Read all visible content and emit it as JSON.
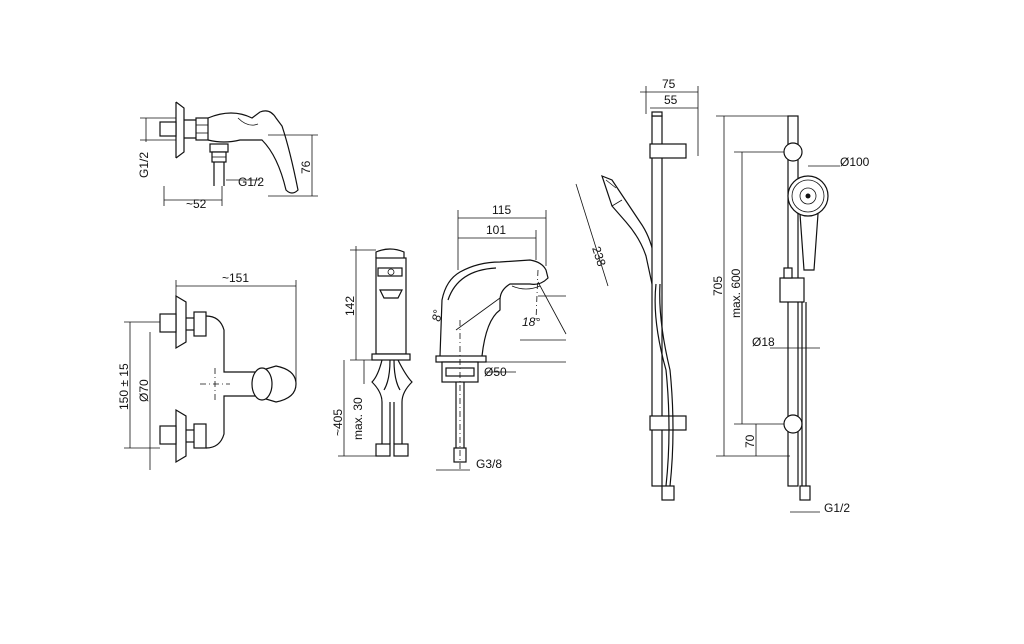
{
  "dimensions": {
    "wall_g12": "G1/2",
    "wall_g12_bottom": "G1/2",
    "wall_52": "~52",
    "wall_76": "76",
    "wall_151": "~151",
    "wall_150": "150 ± 15",
    "wall_d70": "Ø70",
    "basin_142": "142",
    "basin_405": "~405",
    "basin_max30": "max. 30",
    "basin_115": "115",
    "basin_101": "101",
    "basin_8deg": "8°",
    "basin_18deg": "18°",
    "basin_d50": "Ø50",
    "basin_g38": "G3/8",
    "hand_238": "238",
    "bar_75": "75",
    "bar_55": "55",
    "rail_705": "705",
    "rail_max600": "max. 600",
    "rail_d100": "Ø100",
    "rail_d18": "Ø18",
    "rail_70": "70",
    "rail_g12": "G1/2"
  }
}
